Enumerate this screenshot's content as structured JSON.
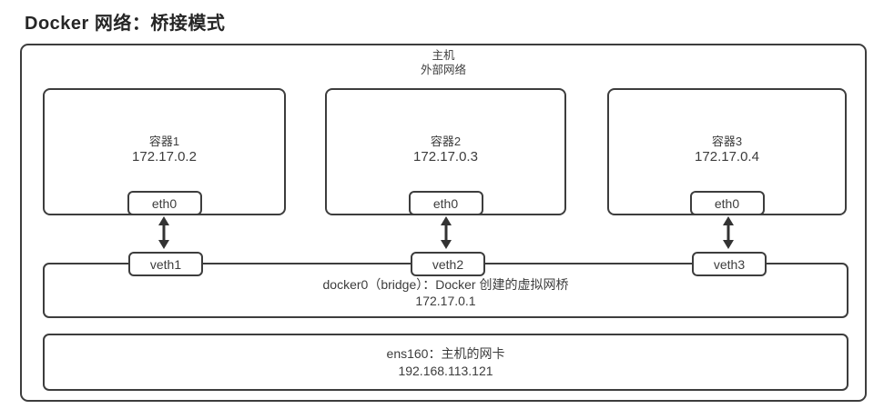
{
  "title": "Docker 网络：桥接模式",
  "host": {
    "line1": "主机",
    "line2": "外部网络"
  },
  "containers": [
    {
      "name": "容器1",
      "ip": "172.17.0.2",
      "iface": "eth0",
      "veth": "veth1"
    },
    {
      "name": "容器2",
      "ip": "172.17.0.3",
      "iface": "eth0",
      "veth": "veth2"
    },
    {
      "name": "容器3",
      "ip": "172.17.0.4",
      "iface": "eth0",
      "veth": "veth3"
    }
  ],
  "bridge": {
    "label": "docker0（bridge）：Docker 创建的虚拟网桥",
    "ip": "172.17.0.1"
  },
  "nic": {
    "label": "ens160：主机的网卡",
    "ip": "192.168.113.121"
  },
  "colors": {
    "border": "#3d3d3d",
    "text": "#3c3c3c",
    "arrow": "#333333",
    "background": "#ffffff"
  }
}
